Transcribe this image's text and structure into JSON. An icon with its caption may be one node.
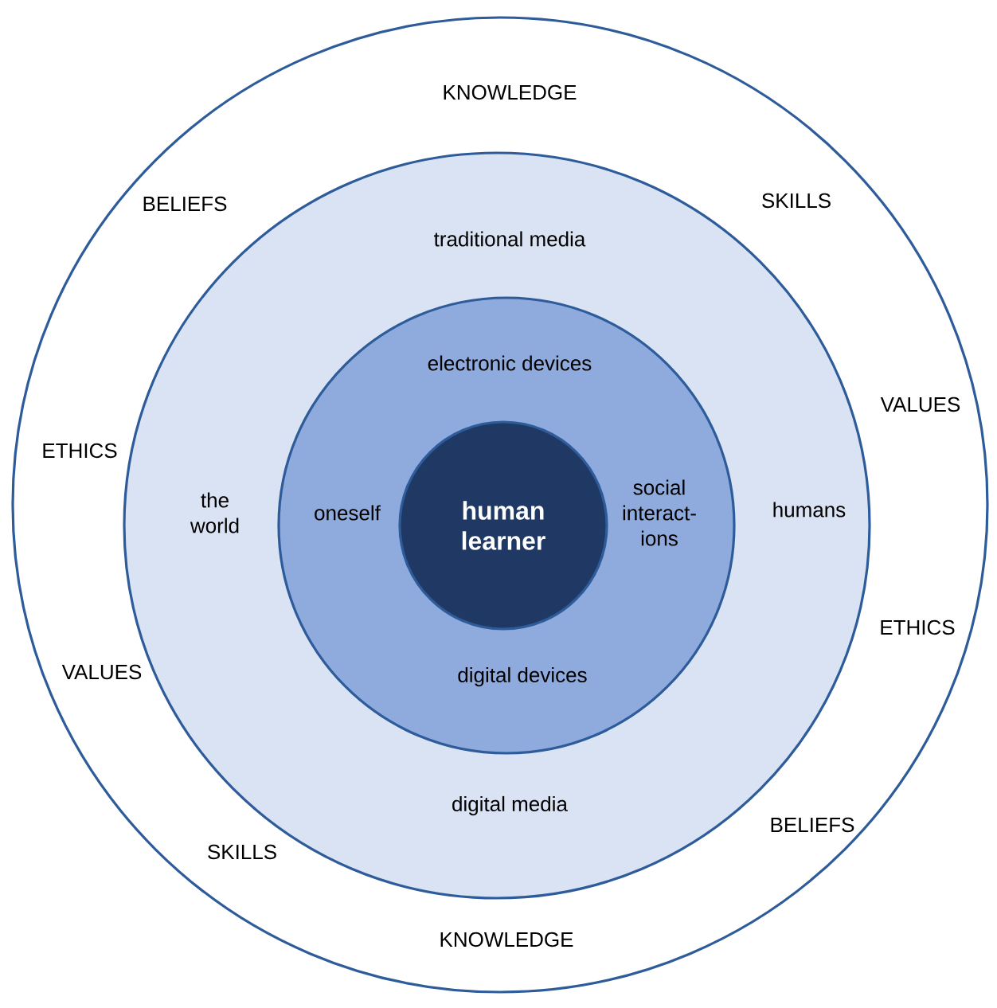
{
  "diagram": {
    "nodes": [
      {
        "text": [
          "KNOWLEDGE",
          "BELIEFS",
          "SKILLS",
          "VALUES",
          "ETHICS",
          "ETHICS",
          "VALUES",
          "BELIEFS",
          "SKILLS",
          "KNOWLEDGE"
        ]
      },
      {
        "text": [
          "traditional media",
          "the world",
          "humans",
          "digital media"
        ],
        "in": 0
      },
      {
        "text": [
          "electronic devices",
          "oneself",
          "social interact- ions",
          "digital devices"
        ],
        "in": 1
      },
      {
        "text": [
          "human learner"
        ],
        "in": 2
      }
    ]
  }
}
